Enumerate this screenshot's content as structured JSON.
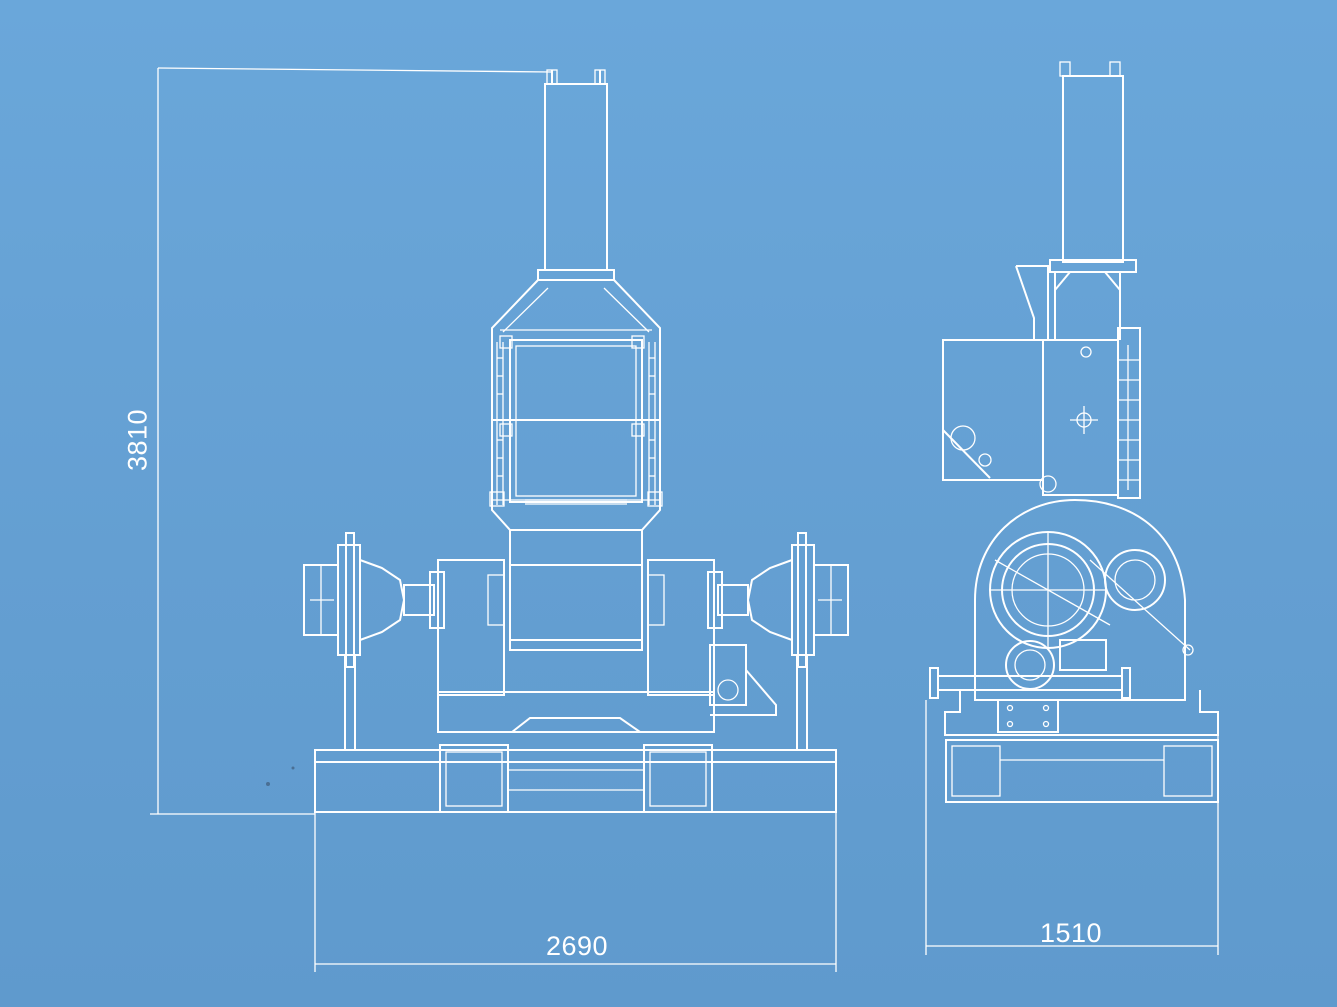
{
  "drawing": {
    "background_color": "#66a3d6",
    "line_color": "#ffffff",
    "views": [
      "front-elevation",
      "side-elevation"
    ]
  },
  "dimensions": {
    "overall_height": "3810",
    "front_width": "2690",
    "side_depth": "1510"
  }
}
